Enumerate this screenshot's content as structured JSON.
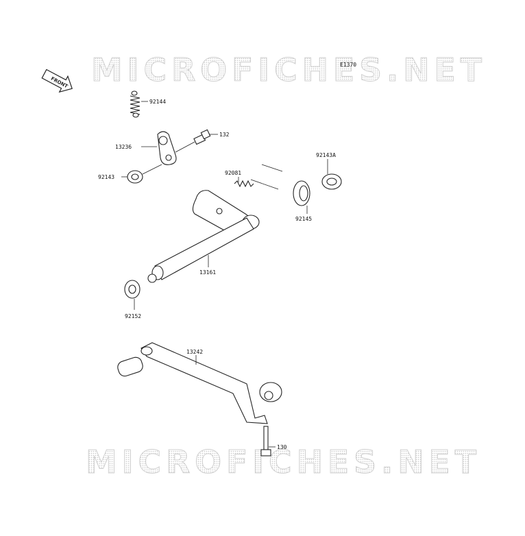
{
  "watermark_text": "MICROFICHES.NET",
  "figure_code": "E1370",
  "front_arrow_label": "FRONT",
  "parts": [
    {
      "id": "p92144",
      "number": "92144"
    },
    {
      "id": "p132",
      "number": "132"
    },
    {
      "id": "p13236",
      "number": "13236"
    },
    {
      "id": "p92143",
      "number": "92143"
    },
    {
      "id": "p92081",
      "number": "92081"
    },
    {
      "id": "p92143A",
      "number": "92143A"
    },
    {
      "id": "p92145",
      "number": "92145"
    },
    {
      "id": "p13161",
      "number": "13161"
    },
    {
      "id": "p92152",
      "number": "92152"
    },
    {
      "id": "p13242",
      "number": "13242"
    },
    {
      "id": "p130",
      "number": "130"
    }
  ],
  "colors": {
    "line": "#222222",
    "watermark": "#d6d6d6",
    "background": "#ffffff"
  }
}
